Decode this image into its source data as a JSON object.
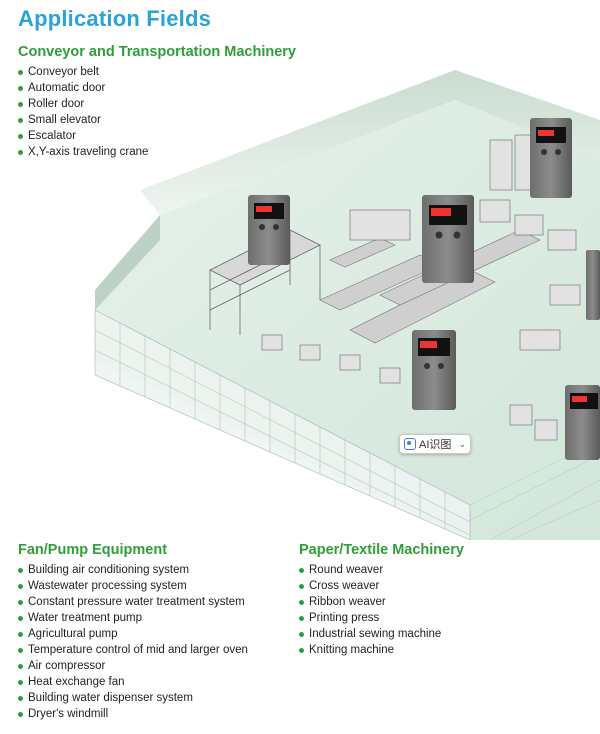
{
  "page": {
    "title": "Application Fields"
  },
  "sections": {
    "conveyor": {
      "title": "Conveyor and Transportation Machinery",
      "items": [
        "Conveyor belt",
        "Automatic door",
        "Roller door",
        "Small elevator",
        "Escalator",
        "X,Y-axis traveling crane"
      ]
    },
    "fan": {
      "title": "Fan/Pump Equipment",
      "items": [
        "Building air conditioning system",
        "Wastewater processing system",
        "Constant pressure water treatment system",
        "Water treatment pump",
        "Agricultural pump",
        "Temperature control of mid and larger oven",
        "Air compressor",
        "Heat exchange fan",
        "Building water dispenser system",
        "Dryer's windmill"
      ]
    },
    "paper": {
      "title": "Paper/Textile Machinery",
      "items": [
        "Round weaver",
        "Cross weaver",
        "Ribbon weaver",
        "Printing press",
        "Industrial sewing machine",
        "Knitting machine"
      ]
    }
  },
  "overlay": {
    "ai_label": "AI识图"
  },
  "colors": {
    "title": "#2aa3d8",
    "section": "#2f9e3a",
    "bullet": "#2f9e3a"
  },
  "illustration": {
    "subject": "factory-floor-isometric",
    "drive_unit_icon": "frequency-inverter"
  }
}
